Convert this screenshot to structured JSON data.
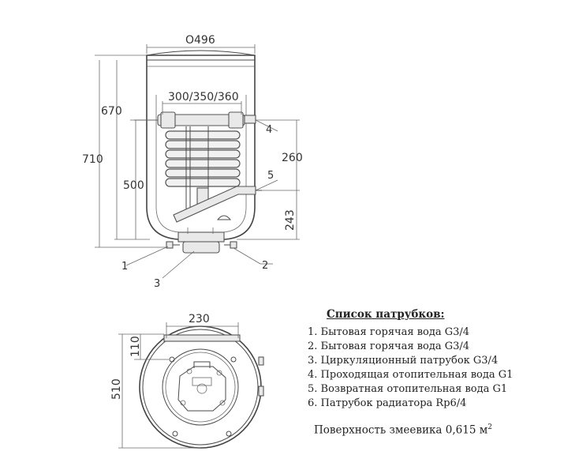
{
  "dimensions": {
    "diameter": "O496",
    "pipe_span": "300/350/360",
    "height_670": "670",
    "height_710": "710",
    "height_500": "500",
    "coil_height": "260",
    "bottom_height": "243",
    "bottom_width": "230",
    "offset_110": "110",
    "depth_510": "510"
  },
  "callouts": [
    "1",
    "2",
    "3",
    "4",
    "5"
  ],
  "legend": {
    "title": "Список патрубков:",
    "items": [
      "1. Бытовая горячая вода G3/4",
      "2. Бытовая горячая вода G3/4",
      "3. Циркуляционный патрубок G3/4",
      "4. Проходящая отопительная вода G1",
      "5. Возвратная отопительная вода G1",
      "6. Патрубок радиатора Rp6/4"
    ]
  },
  "surface": {
    "text": "Поверхность змеевика 0,615 м",
    "unit_power": "2"
  }
}
